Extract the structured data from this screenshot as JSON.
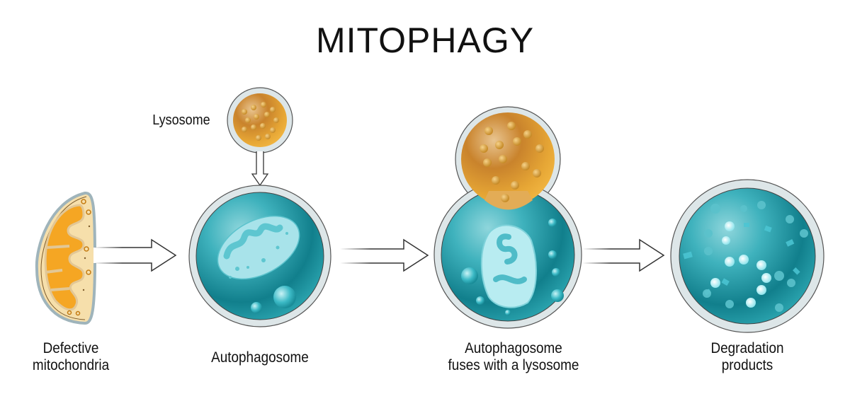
{
  "title": "MITOPHAGY",
  "stages": [
    {
      "id": "defective-mitochondria",
      "label_line1": "Defective",
      "label_line2": "mitochondria"
    },
    {
      "id": "autophagosome",
      "label_line1": "Autophagosome",
      "label_line2": ""
    },
    {
      "id": "fusion",
      "label_line1": "Autophagosome",
      "label_line2": "fuses with a lysosome"
    },
    {
      "id": "degradation-products",
      "label_line1": "Degradation",
      "label_line2": "products"
    }
  ],
  "lysosome_label": "Lysosome",
  "colors": {
    "mitochondria_orange": "#f5a623",
    "mitochondria_matrix": "#f7dfa6",
    "autophagosome_teal": "#1a9aa8",
    "lysosome_amber": "#d9902a",
    "membrane": "#dde6e8",
    "arrow_stroke": "#333333"
  }
}
